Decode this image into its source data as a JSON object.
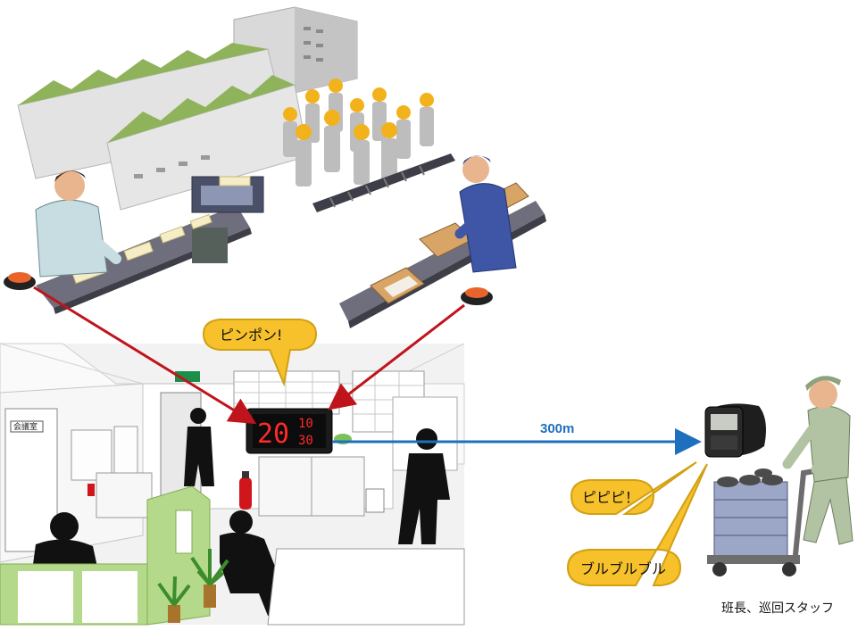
{
  "bubbles": {
    "chime": "ピンポン!",
    "beep": "ピピピ！",
    "vibrate": "ブルブルブル"
  },
  "distance": "300m",
  "display": {
    "big": "20",
    "top": "10",
    "bottom": "30"
  },
  "room_sign": "会議室",
  "caption": "班長、巡回スタッフ",
  "colors": {
    "call_arrow": "#c0141c",
    "signal_arrow": "#1f6fbf",
    "bubble_fill": "#f6c12a",
    "factory_roof": "#8fb35a",
    "display_digits": "#ff2a2a"
  }
}
